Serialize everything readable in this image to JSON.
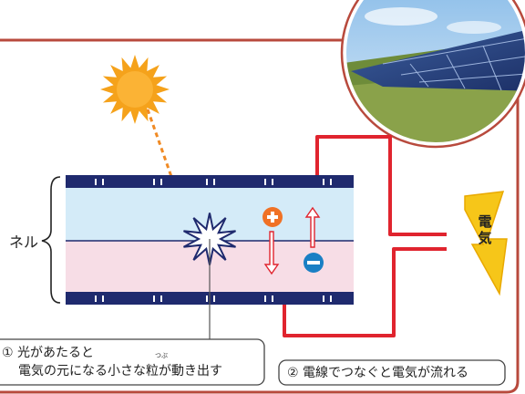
{
  "panel_label": "ネル",
  "electricity_label": [
    "電",
    "気"
  ],
  "caption_1": {
    "number": "①",
    "line1": "光があたると",
    "line2": "電気の元になる小さな粒が動き出す",
    "ruby": "つぶ"
  },
  "caption_2": {
    "number": "②",
    "text": "電線でつなぐと電気が流れる"
  },
  "icons": {
    "sun": "sun-icon",
    "photo": "solar-farm-photo",
    "plus": "positive-charge-icon",
    "minus": "negative-charge-icon",
    "bolt": "lightning-bolt-icon",
    "impact": "impact-burst-icon"
  },
  "colors": {
    "border": "#b84a3d",
    "upper_layer": "#d4ebf8",
    "lower_layer": "#f7dde6",
    "electrode": "#1f2a6e",
    "wire": "#e0242e",
    "sun": "#f5a21b",
    "plus": "#f07125",
    "minus": "#1a7fc4",
    "bolt": "#f6c619",
    "arrow_down": "#e0242e",
    "arrow_up": "#e0242e"
  }
}
